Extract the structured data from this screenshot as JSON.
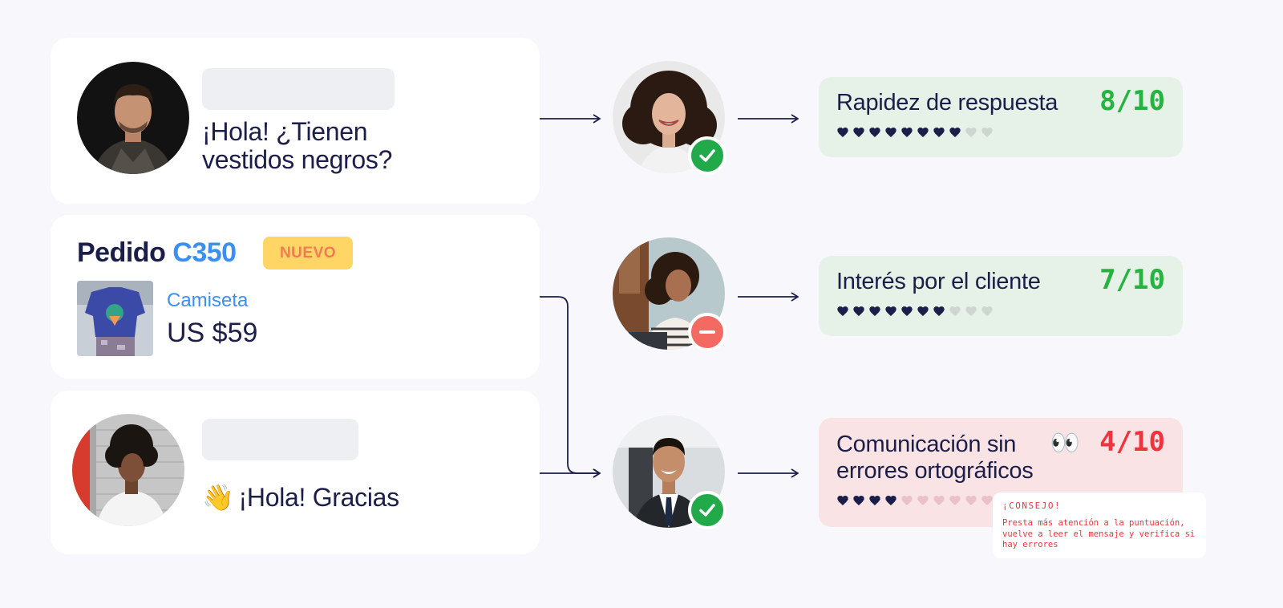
{
  "conversations": [
    {
      "message": "¡Hola! ¿Tienen vestidos negros?"
    },
    {
      "message": "¡Hola! Gracias",
      "emoji": "👋"
    }
  ],
  "order": {
    "title_word": "Pedido",
    "code": "C350",
    "badge": "NUEVO",
    "product_name": "Camiseta",
    "price": "US $59"
  },
  "agents": [
    {
      "status": "approved"
    },
    {
      "status": "blocked"
    },
    {
      "status": "approved"
    }
  ],
  "scores": [
    {
      "label": "Rapidez de respuesta",
      "value": "8/10",
      "filled": 8,
      "total": 10,
      "color": "#27b340"
    },
    {
      "label": "Interés por el cliente",
      "value": "7/10",
      "filled": 7,
      "total": 10,
      "color": "#27b340"
    },
    {
      "label": "Comunicación sin errores ortográficos",
      "value": "4/10",
      "filled": 4,
      "total": 10,
      "color": "#f0333d",
      "emoji": "👀"
    }
  ],
  "tip": {
    "title": "¡CONSEJO!",
    "text": "Presta más atención a la puntuación, vuelve a leer el mensaje y verifica si hay errores"
  },
  "colors": {
    "navy": "#1c1e4a",
    "blue": "#3b8ff0",
    "badge_bg": "#ffd665",
    "badge_text": "#f27b55",
    "ok_green": "#22a94a",
    "error_red": "#f26a62"
  }
}
